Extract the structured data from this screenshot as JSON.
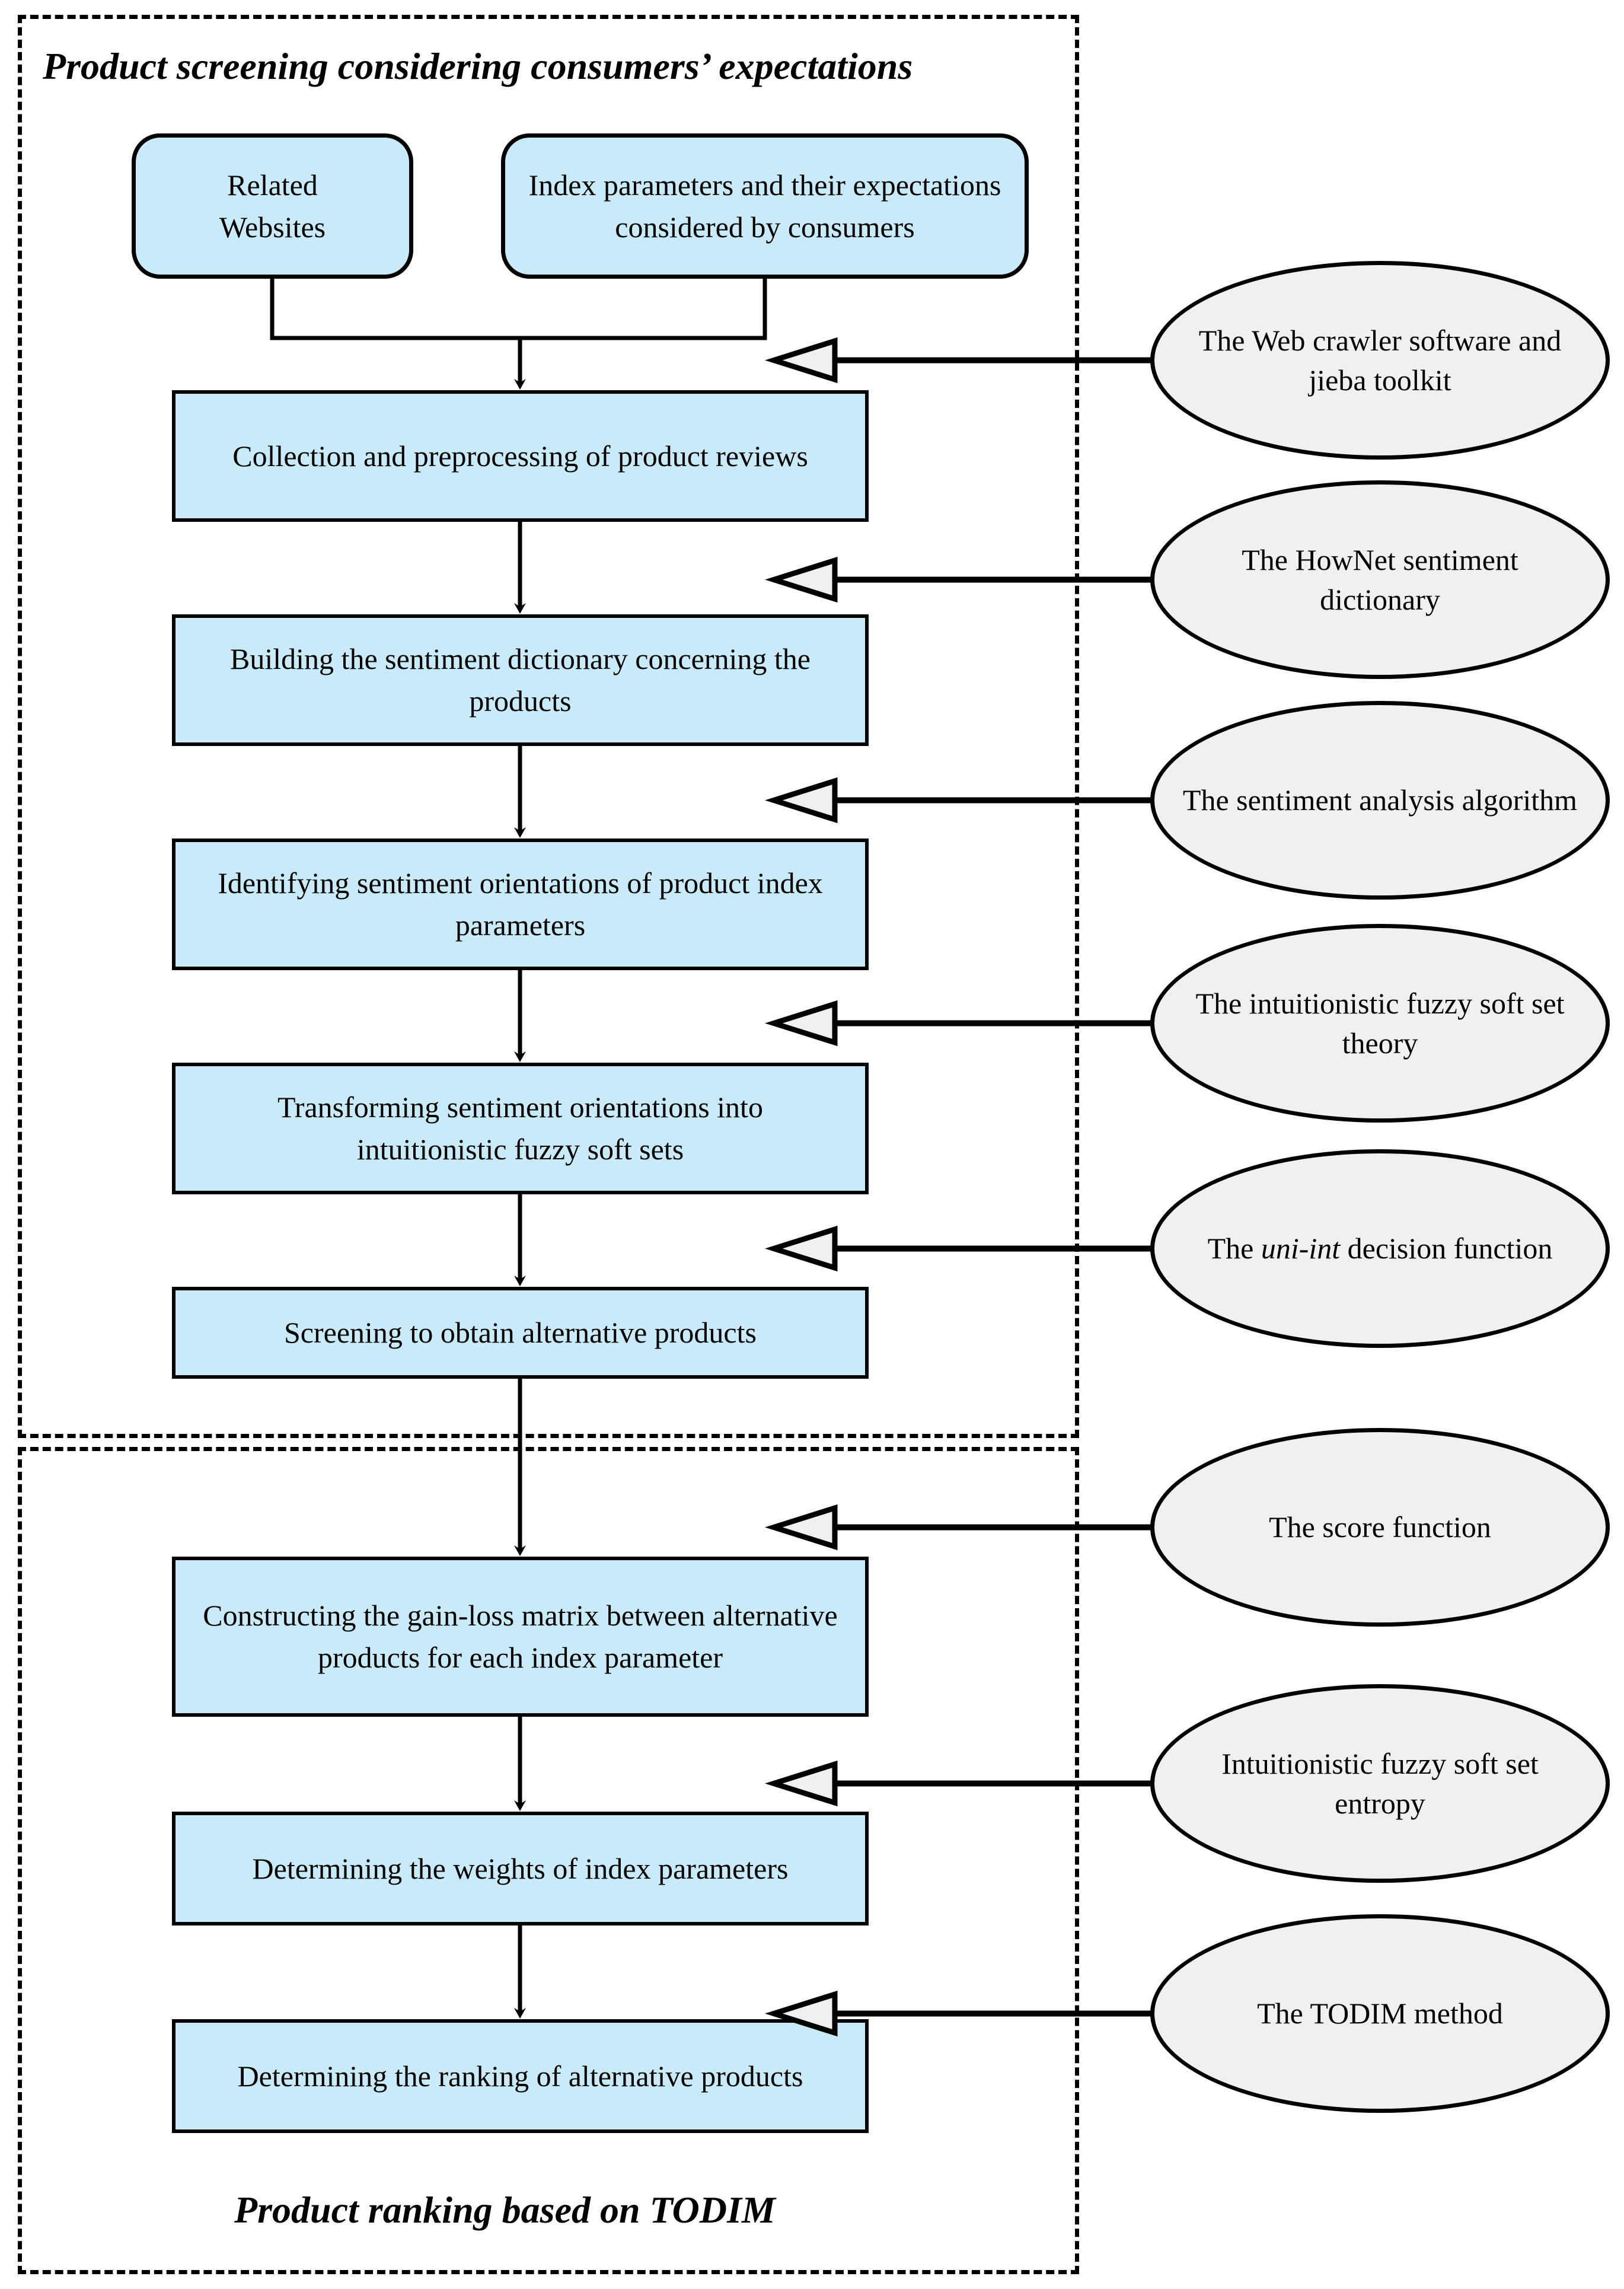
{
  "diagram": {
    "sections": [
      {
        "id": "screening",
        "title": "Product screening considering consumers’ expectations"
      },
      {
        "id": "ranking",
        "title": "Product ranking based on TODIM"
      }
    ],
    "inputs": [
      {
        "id": "related-websites",
        "label": "Related\nWebsites"
      },
      {
        "id": "index-parameters",
        "label": "Index parameters and their expectations considered by consumers"
      }
    ],
    "steps": [
      {
        "id": "step-1",
        "label": "Collection and preprocessing of product reviews"
      },
      {
        "id": "step-2",
        "label": "Building the sentiment dictionary concerning the products"
      },
      {
        "id": "step-3",
        "label": "Identifying sentiment orientations of product index parameters"
      },
      {
        "id": "step-4",
        "label": "Transforming sentiment orientations into intuitionistic fuzzy soft sets"
      },
      {
        "id": "step-5",
        "label": "Screening to obtain alternative products"
      },
      {
        "id": "step-6",
        "label": "Constructing the gain-loss matrix between alternative products for each index parameter"
      },
      {
        "id": "step-7",
        "label": "Determining the weights of index parameters"
      },
      {
        "id": "step-8",
        "label": "Determining the ranking of alternative products"
      }
    ],
    "methods": [
      {
        "id": "method-1",
        "label": "The Web crawler software and jieba toolkit"
      },
      {
        "id": "method-2",
        "label": "The HowNet sentiment dictionary"
      },
      {
        "id": "method-3",
        "label": "The sentiment analysis algorithm"
      },
      {
        "id": "method-4",
        "label": "The intuitionistic fuzzy soft set theory"
      },
      {
        "id": "method-5",
        "label_pre": "The ",
        "label_em": "uni-int",
        "label_post": " decision function"
      },
      {
        "id": "method-6",
        "label": "The score function"
      },
      {
        "id": "method-7",
        "label": "Intuitionistic fuzzy soft set entropy"
      },
      {
        "id": "method-8",
        "label": "The TODIM method"
      }
    ],
    "colors": {
      "process_fill": "#c9eaf8",
      "method_fill": "#f0f0f0",
      "stroke": "#000000",
      "background": "#ffffff"
    }
  }
}
